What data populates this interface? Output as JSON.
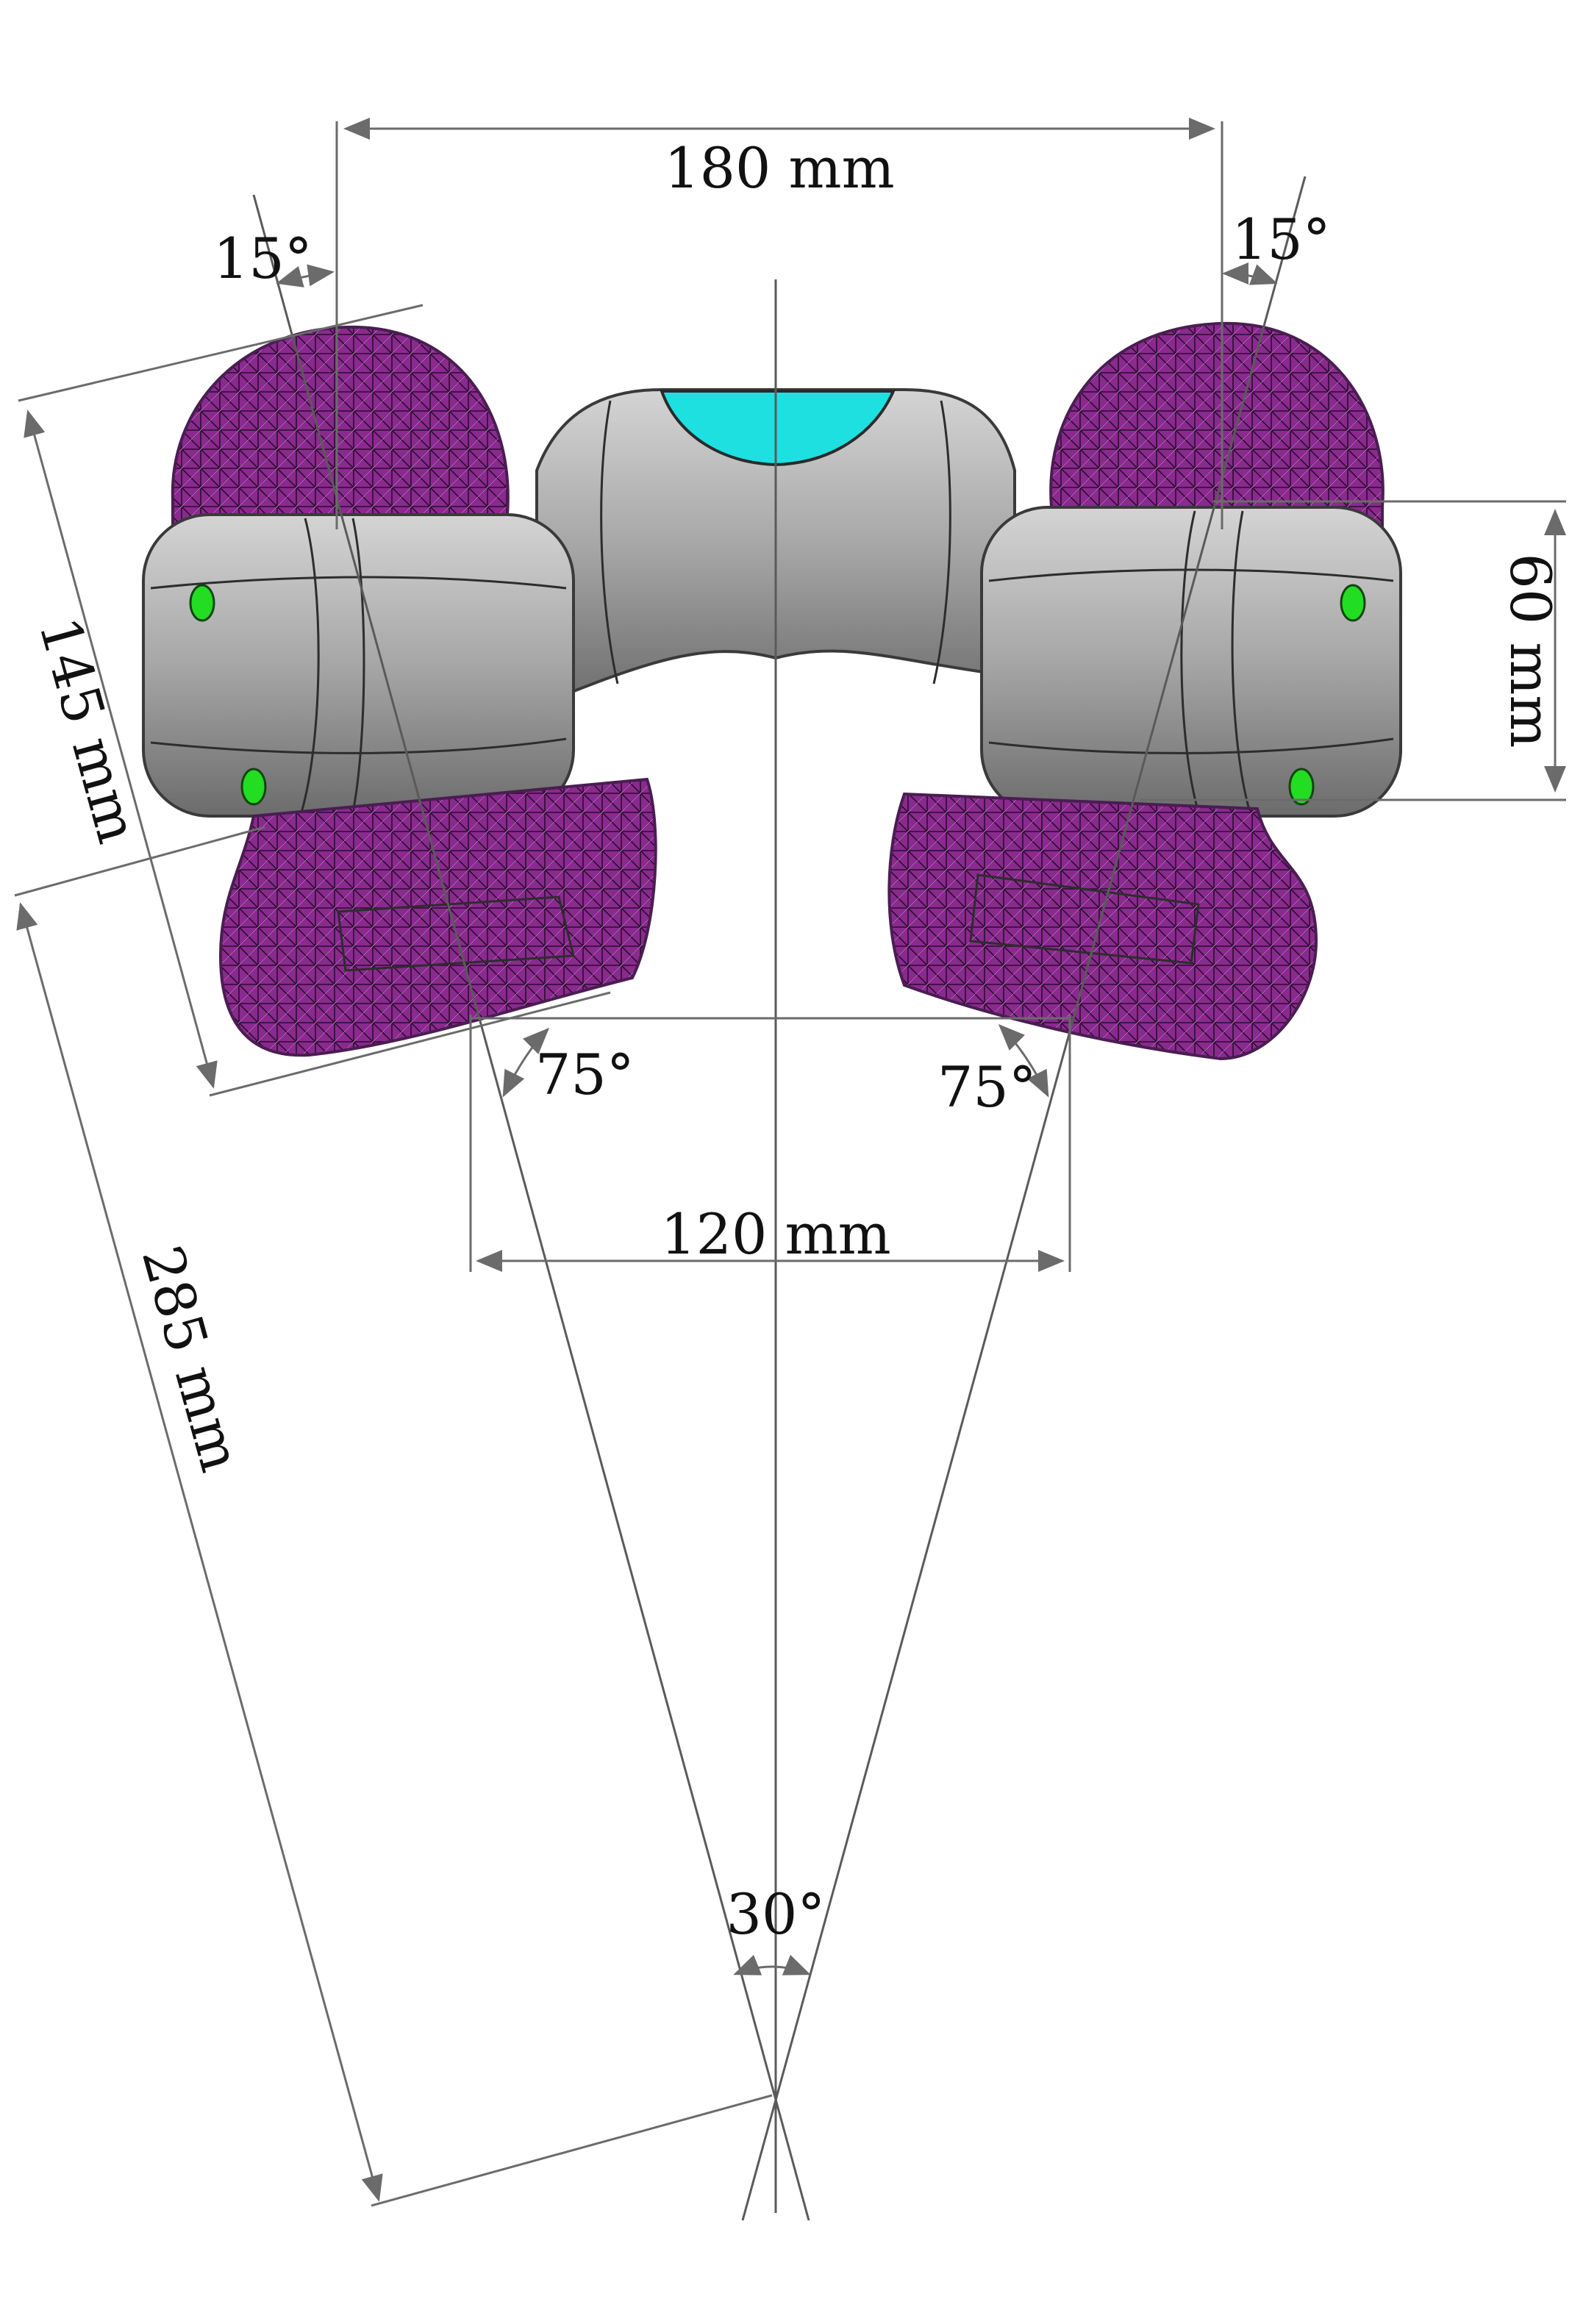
{
  "dimensions": {
    "top_width": "180 mm",
    "bottom_width": "120 mm",
    "right_height": "60 mm",
    "left_short": "145 mm",
    "left_long": "285 mm"
  },
  "angles": {
    "top_left": "15°",
    "top_right": "15°",
    "bottom_left": "75°",
    "bottom_right": "75°",
    "vertex": "30°"
  },
  "colors": {
    "mesh": "#8a2a8e",
    "mesh_highlight": "#e070e8",
    "body": "#a6a6a6",
    "accent_cyan": "#1ee0e0",
    "led_green": "#22dd22",
    "dimension_line": "#6b6b6b"
  }
}
